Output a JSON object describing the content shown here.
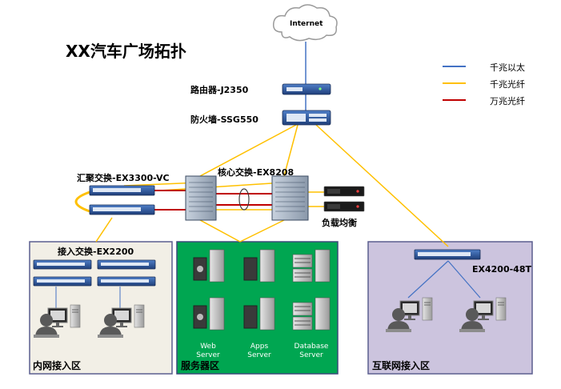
{
  "title": "XX汽车广场拓扑",
  "internet": "Internet",
  "devices": {
    "router": "路由器-J2350",
    "firewall": "防火墙-SSG550",
    "core": "核心交换-EX8208",
    "aggregation": "汇聚交换-EX3300-VC",
    "access": "接入交换-EX2200",
    "load_balancer": "负载均衡",
    "ex4200": "EX4200-48T"
  },
  "legend": [
    {
      "label": "千兆以太",
      "color": "#4472c4"
    },
    {
      "label": "千兆光纤",
      "color": "#ffc000"
    },
    {
      "label": "万兆光纤",
      "color": "#c00000"
    }
  ],
  "zones": {
    "intranet": {
      "label": "内网接入区",
      "bg": "#f2efe6"
    },
    "server": {
      "label": "服务器区",
      "bg": "#00a651"
    },
    "internet_access": {
      "label": "互联网接入区",
      "bg": "#ccc4de"
    }
  },
  "servers": {
    "web": "Web\nServer",
    "apps": "Apps\nServer",
    "db": "Database\nServer"
  }
}
